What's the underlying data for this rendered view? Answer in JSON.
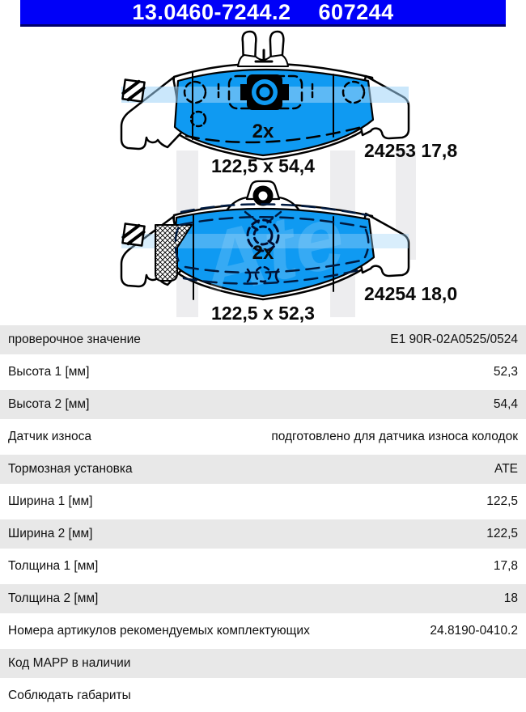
{
  "header": {
    "part_number": "13.0460-7244.2",
    "wva_number": "607244"
  },
  "diagram": {
    "watermark": "Ate",
    "pads": [
      {
        "quantity_label": "2x",
        "dimensions_label": "122,5 x 54,4",
        "pad_code_label": "24253 17,8"
      },
      {
        "quantity_label": "2x",
        "dimensions_label": "122,5 x 52,3",
        "pad_code_label": "24254 18,0"
      }
    ]
  },
  "specs": {
    "rows": [
      {
        "label": "проверочное значение",
        "value": "E1 90R-02A0525/0524"
      },
      {
        "label": "Высота 1 [мм]",
        "value": "52,3"
      },
      {
        "label": "Высота 2 [мм]",
        "value": "54,4"
      },
      {
        "label": "Датчик износа",
        "value": "подготовлено для датчика износа колодок"
      },
      {
        "label": "Тормозная установка",
        "value": "ATE"
      },
      {
        "label": "Ширина 1 [мм]",
        "value": "122,5"
      },
      {
        "label": "Ширина 2 [мм]",
        "value": "122,5"
      },
      {
        "label": "Толщина 1 [мм]",
        "value": "17,8"
      },
      {
        "label": "Толщина 2 [мм]",
        "value": "18"
      },
      {
        "label": "Номера артикулов рекомендуемых комплектующих",
        "value": "24.8190-0410.2"
      },
      {
        "label": "Код MAPP в наличии",
        "value": ""
      },
      {
        "label": "Соблюдать габариты",
        "value": ""
      }
    ]
  },
  "colors": {
    "header_blue": "#0000f8",
    "pad_blue": "#0f9af2",
    "row_gray": "#e8e8e8"
  }
}
